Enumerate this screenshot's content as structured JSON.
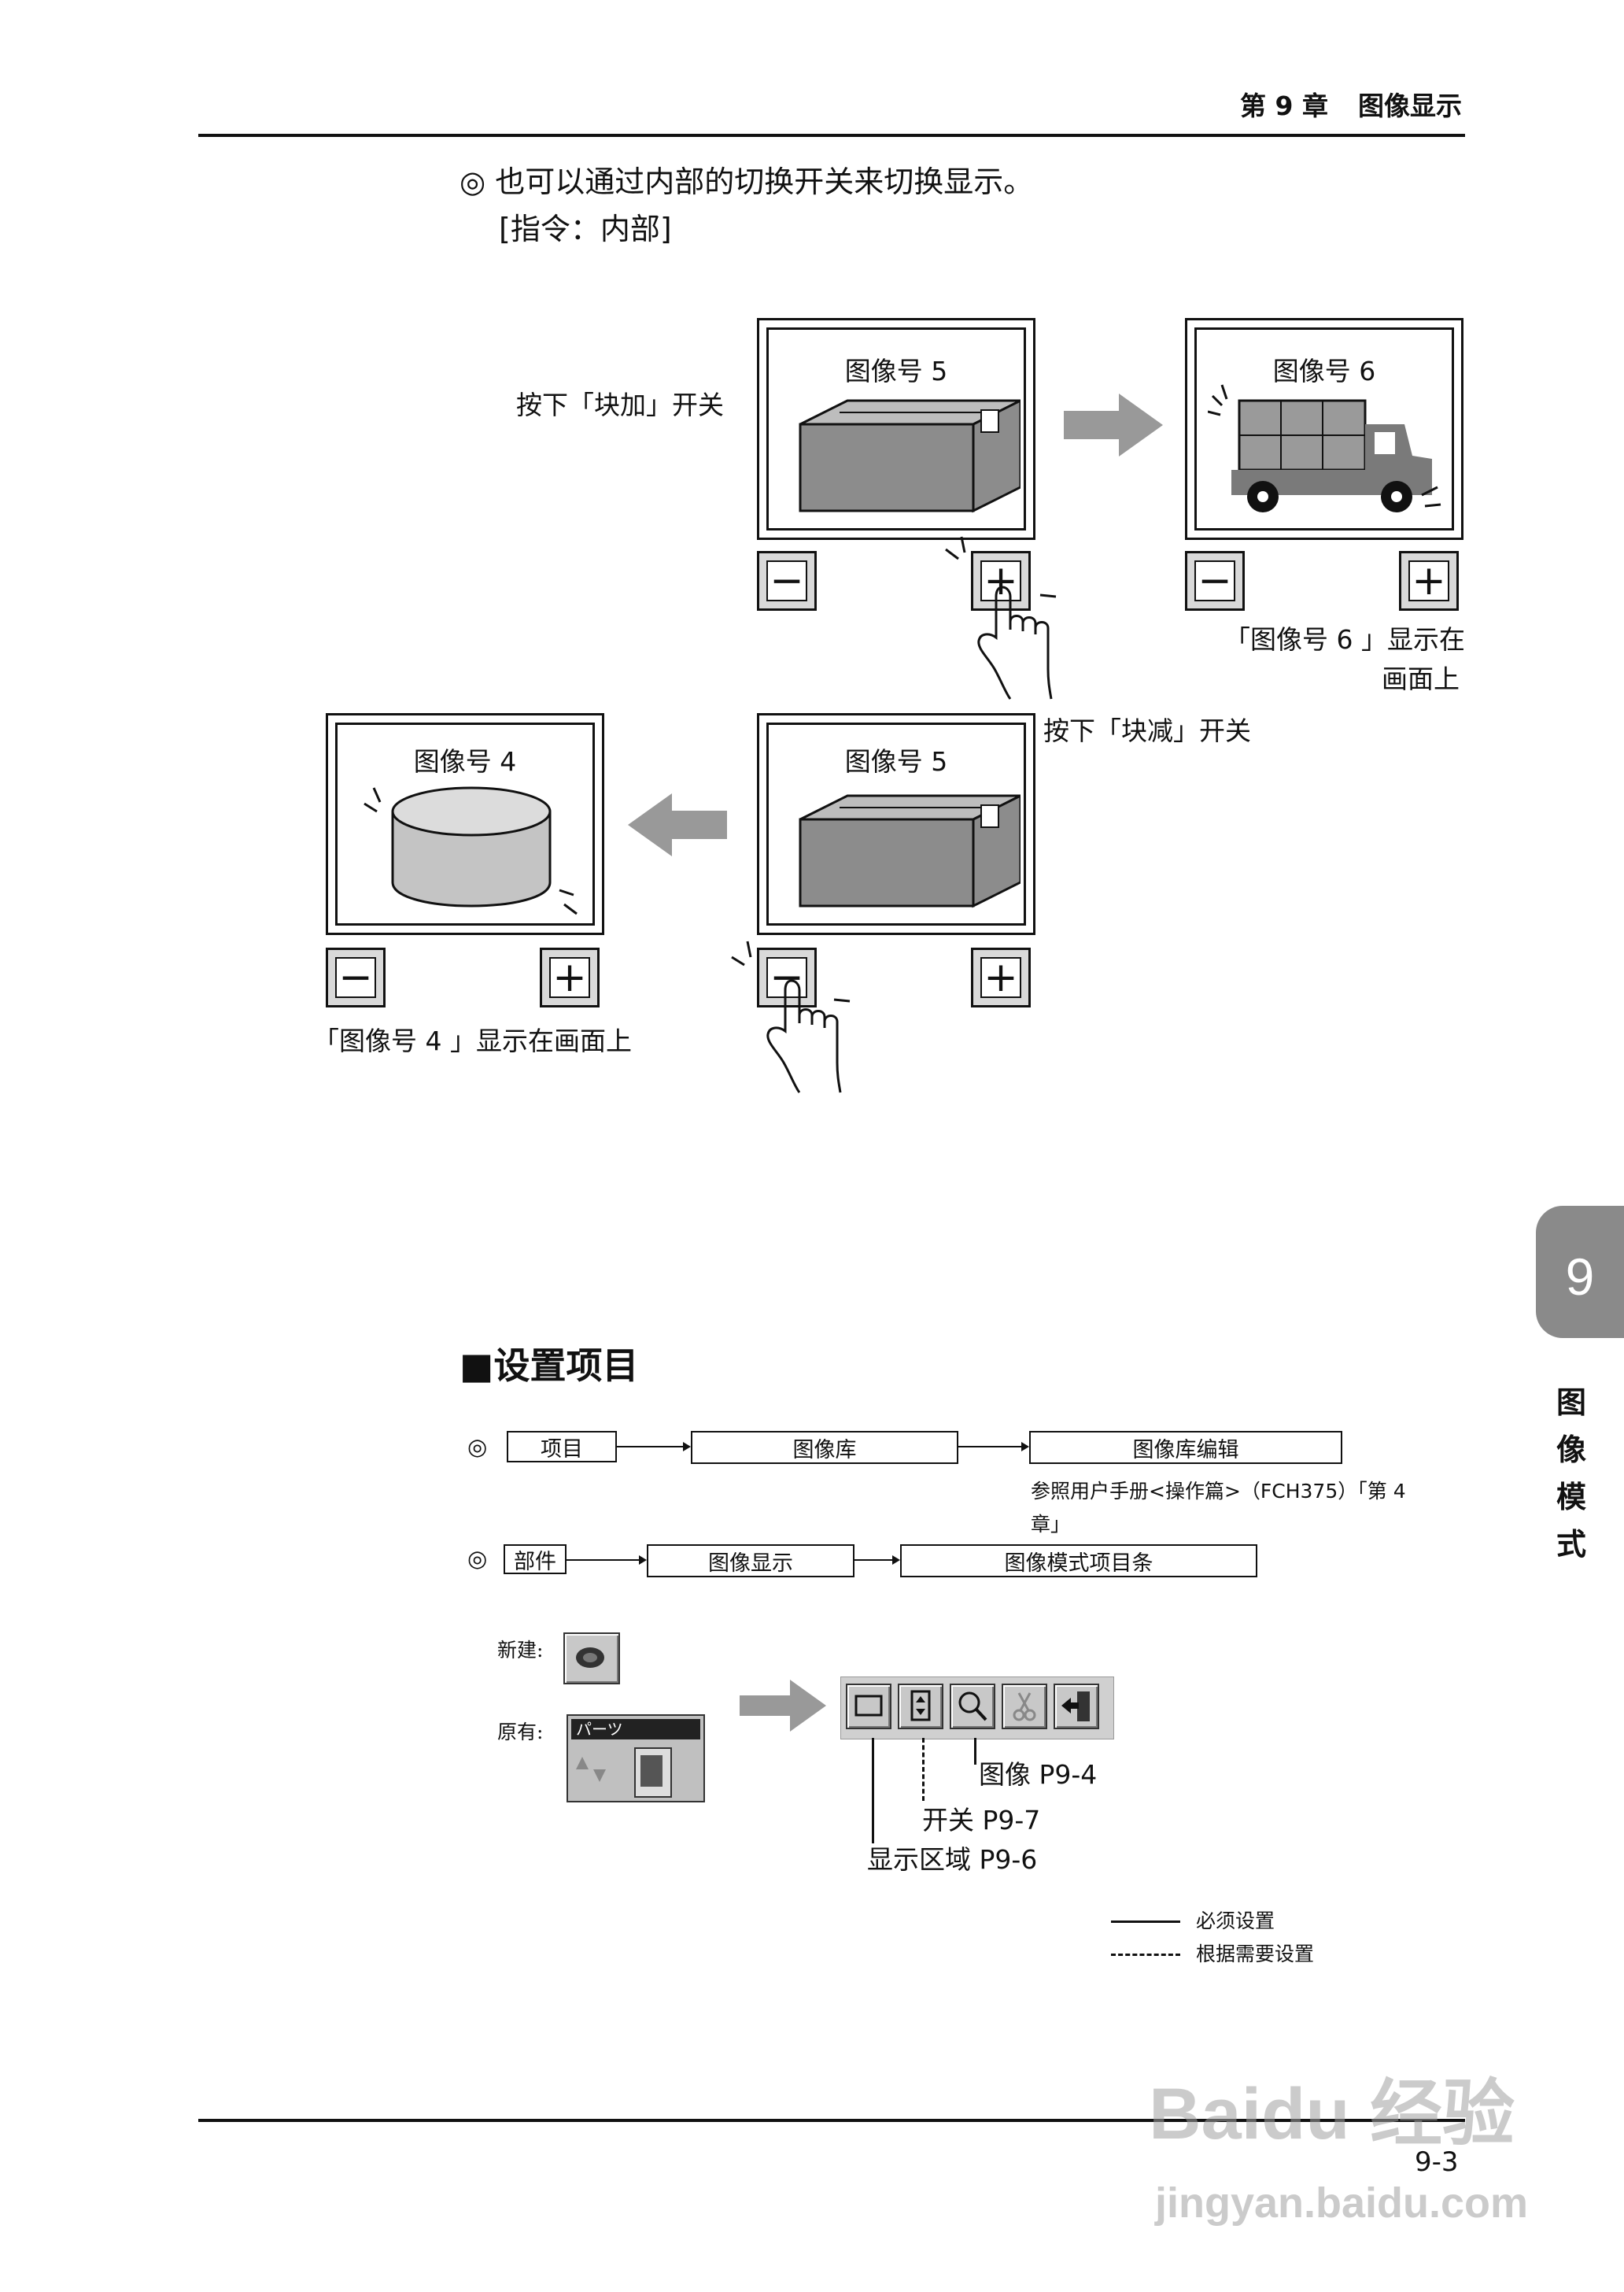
{
  "header": {
    "chapter": "第 9 章",
    "section": "图像显示"
  },
  "intro": {
    "line1": "◎ 也可以通过内部的切换开关来切换显示。",
    "line2": "[指令：内部]"
  },
  "diagram": {
    "screen_top_mid_title": "图像号 5",
    "screen_top_right_title": "图像号 6",
    "screen_bottom_left_title": "图像号 4",
    "screen_bottom_mid_title": "图像号 5",
    "label_press_plus": "按下「块加」开关",
    "label_press_minus": "按下「块减」开关",
    "label_show6_line1": "「图像号 6 」显示在",
    "label_show6_line2": "画面上",
    "label_show4": "「图像号 4 」显示在画面上",
    "minus_key": "−",
    "plus_key": "+"
  },
  "side_tab": {
    "number": "9",
    "title": "图像模式"
  },
  "settings": {
    "heading": "■设置项目",
    "flow1": {
      "bullet": "◎",
      "start": "项目",
      "step2": "图像库",
      "step3": "图像库编辑"
    },
    "ref_line1": "参照用户手册<操作篇>（FCH375）「第 4",
    "ref_line2": "章」",
    "flow2": {
      "bullet": "◎",
      "start": "部件",
      "step2": "图像显示",
      "step3": "图像模式项目条"
    },
    "new_label": "新建:",
    "existing_label": "原有:",
    "parts_title": "パーツ",
    "callout_image": "图像 P9-4",
    "callout_switch": "开关 P9-7",
    "callout_display": "显示区域 P9-6",
    "legend_required": "必须设置",
    "legend_optional": "根据需要设置"
  },
  "footer": {
    "page": "9-3"
  },
  "watermark": {
    "line1": "Baidu 经验",
    "line2": "jingyan.baidu.com"
  },
  "colors": {
    "box_gray": "#8c8c8c",
    "arrow_gray": "#999999",
    "tab_gray": "#8a8a8a"
  }
}
